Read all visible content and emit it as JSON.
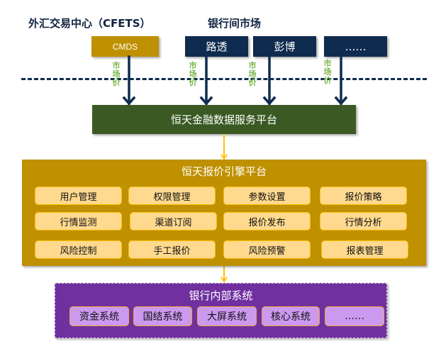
{
  "headings": {
    "cfets": "外汇交易中心（CFETS）",
    "interbank": "银行间市场"
  },
  "sources": [
    {
      "label": "CMDS",
      "group": "cfets",
      "color": "#BF9000"
    },
    {
      "label": "路透",
      "group": "interbank",
      "color": "#0F2B4F"
    },
    {
      "label": "彭博",
      "group": "interbank",
      "color": "#0F2B4F"
    },
    {
      "label": "……",
      "group": "interbank",
      "color": "#0F2B4F"
    }
  ],
  "flow_label": "市场价",
  "flow_label_chars": [
    "市",
    "场",
    "价"
  ],
  "data_platform": {
    "label": "恒天金融数据服务平台",
    "color": "#3B5A23"
  },
  "quote_engine": {
    "title": "恒天报价引擎平台",
    "color": "#BF9000",
    "modules": [
      [
        "用户管理",
        "权限管理",
        "参数设置",
        "报价策略"
      ],
      [
        "行情监测",
        "渠道订阅",
        "报价发布",
        "行情分析"
      ],
      [
        "风险控制",
        "手工报价",
        "风险预警",
        "报表管理"
      ]
    ]
  },
  "bank_internal": {
    "title": "银行内部系统",
    "color": "#7030A0",
    "systems": [
      "资金系统",
      "国结系统",
      "大屏系统",
      "核心系统",
      "……"
    ]
  }
}
